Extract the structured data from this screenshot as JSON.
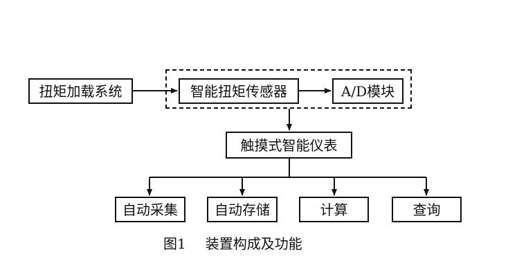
{
  "diagram": {
    "nodes": {
      "torque_loading_system": "扭矩加载系统",
      "smart_torque_sensor": "智能扭矩传感器",
      "ad_module": "A/D模块",
      "touch_smart_instrument": "触摸式智能仪表",
      "auto_collect": "自动采集",
      "auto_store": "自动存储",
      "compute": "计算",
      "query": "查询"
    }
  },
  "caption": {
    "figure_number": "图1",
    "title": "装置构成及功能"
  }
}
